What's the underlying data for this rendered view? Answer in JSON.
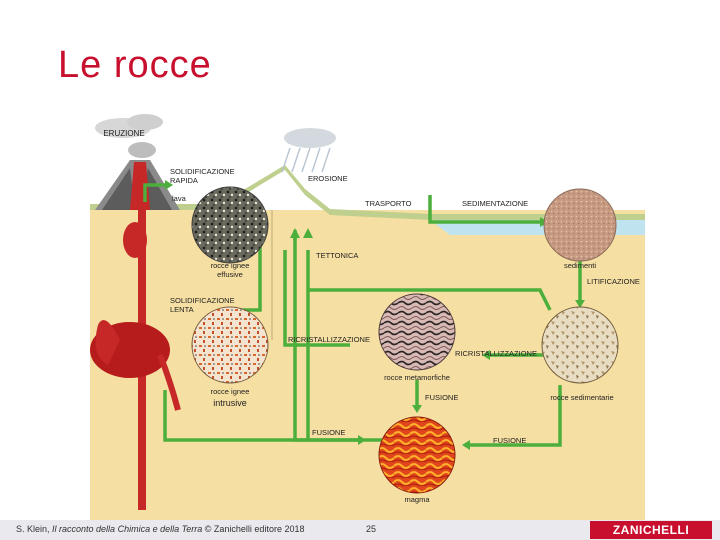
{
  "slide": {
    "title": "Le rocce",
    "page_number": "25",
    "footer_citation_prefix": "S. Klein, ",
    "footer_citation_title": "Il racconto della Chimica e della Terra",
    "footer_citation_suffix": " © Zanichelli editore 2018",
    "logo_text": "ZANICHELLI"
  },
  "colors": {
    "title": "#c8102e",
    "arrow": "#4caf3c",
    "ground": "#f6dfa2",
    "magma": "#c62828",
    "water": "#bfe3ef",
    "logo": "#c8102e"
  },
  "diagram": {
    "labels": {
      "eruzione": "ERUZIONE",
      "solid_rapida_1": "SOLIDIFICAZIONE",
      "solid_rapida_2": "RAPIDA",
      "lava": "lava",
      "erosione": "EROSIONE",
      "trasporto": "TRASPORTO",
      "sedimentazione": "SEDIMENTAZIONE",
      "tettonica": "TETTONICA",
      "sedimenti": "sedimenti",
      "litificazione": "LITIFICAZIONE",
      "ignee_eff_1": "rocce ignee",
      "ignee_eff_2": "effusive",
      "solid_lenta_1": "SOLIDIFICAZIONE",
      "solid_lenta_2": "LENTA",
      "ricristallizzazione_left": "RICRISTALLIZZAZIONE",
      "ricristallizzazione_right": "RICRISTALLIZZAZIONE",
      "metamorfiche": "rocce metamorfiche",
      "ignee_intr_1": "rocce ignee",
      "ignee_intr_2": "intrusive",
      "fusione_center": "FUSIONE",
      "sedimentarie": "rocce sedimentarie",
      "fusione_left": "FUSIONE",
      "fusione_right": "FUSIONE",
      "magma": "magma"
    }
  }
}
